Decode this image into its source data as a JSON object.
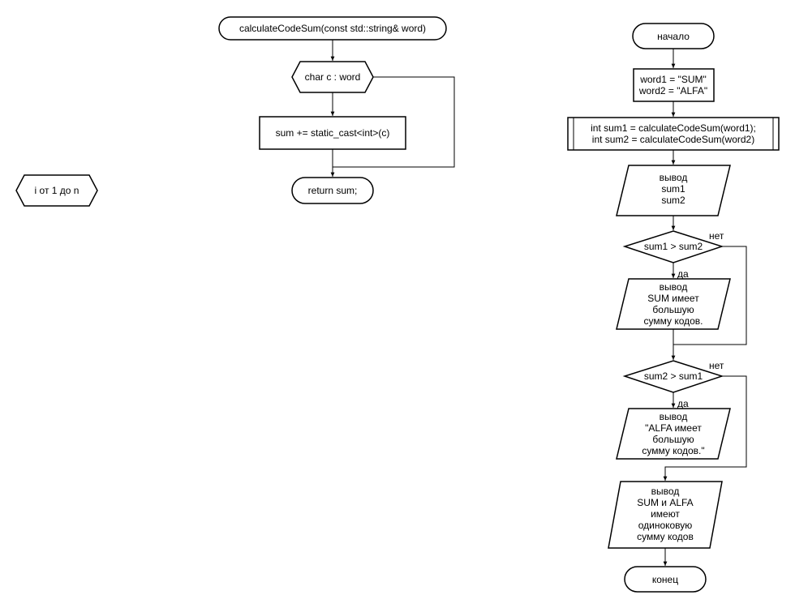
{
  "left_function": {
    "header": "calculateCodeSum(const std::string& word)",
    "loop": "char c : word",
    "body": "sum += static_cast<int>(c)",
    "return": "return sum;"
  },
  "isolated_loop": "i от 1 до n",
  "main": {
    "start": "начало",
    "assign": [
      "word1 = \"SUM\"",
      "word2 = \"ALFA\""
    ],
    "call": [
      "int sum1 = calculateCodeSum(word1);",
      "int sum2 = calculateCodeSum(word2)"
    ],
    "output1": [
      "вывод",
      "sum1",
      "sum2"
    ],
    "cond1": "sum1 > sum2",
    "cond1_yes": "да",
    "cond1_no": "нет",
    "output2": [
      "вывод",
      "SUM имеет",
      "большую",
      "сумму кодов."
    ],
    "cond2": "sum2 > sum1",
    "cond2_yes": "да",
    "cond2_no": "нет",
    "output3": [
      "вывод",
      "\"ALFA имеет",
      "большую",
      "сумму кодов.\""
    ],
    "output4": [
      "вывод",
      "SUM и ALFA",
      "имеют",
      "одиноковую",
      "сумму кодов"
    ],
    "end": "конец"
  }
}
